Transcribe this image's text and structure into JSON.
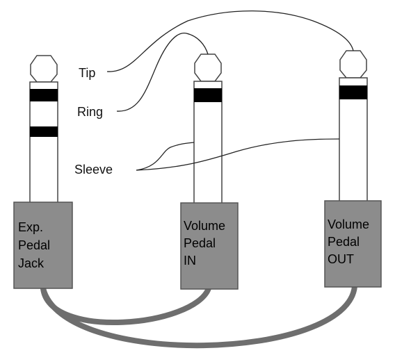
{
  "colors": {
    "plug_body": "#ffffff",
    "plug_stroke": "#444444",
    "band": "#000000",
    "housing": "#8c8c8c",
    "housing_stroke": "#555555",
    "cable": "#6e6e6e",
    "wire": "#222222"
  },
  "labels": {
    "tip": "Tip",
    "ring": "Ring",
    "sleeve": "Sleeve"
  },
  "plugs": [
    {
      "id": "exp",
      "lines": [
        "Exp.",
        "Pedal",
        "Jack"
      ]
    },
    {
      "id": "vin",
      "lines": [
        "Volume",
        "Pedal",
        "IN"
      ]
    },
    {
      "id": "vout",
      "lines": [
        "Volume",
        "Pedal",
        "OUT"
      ]
    }
  ]
}
